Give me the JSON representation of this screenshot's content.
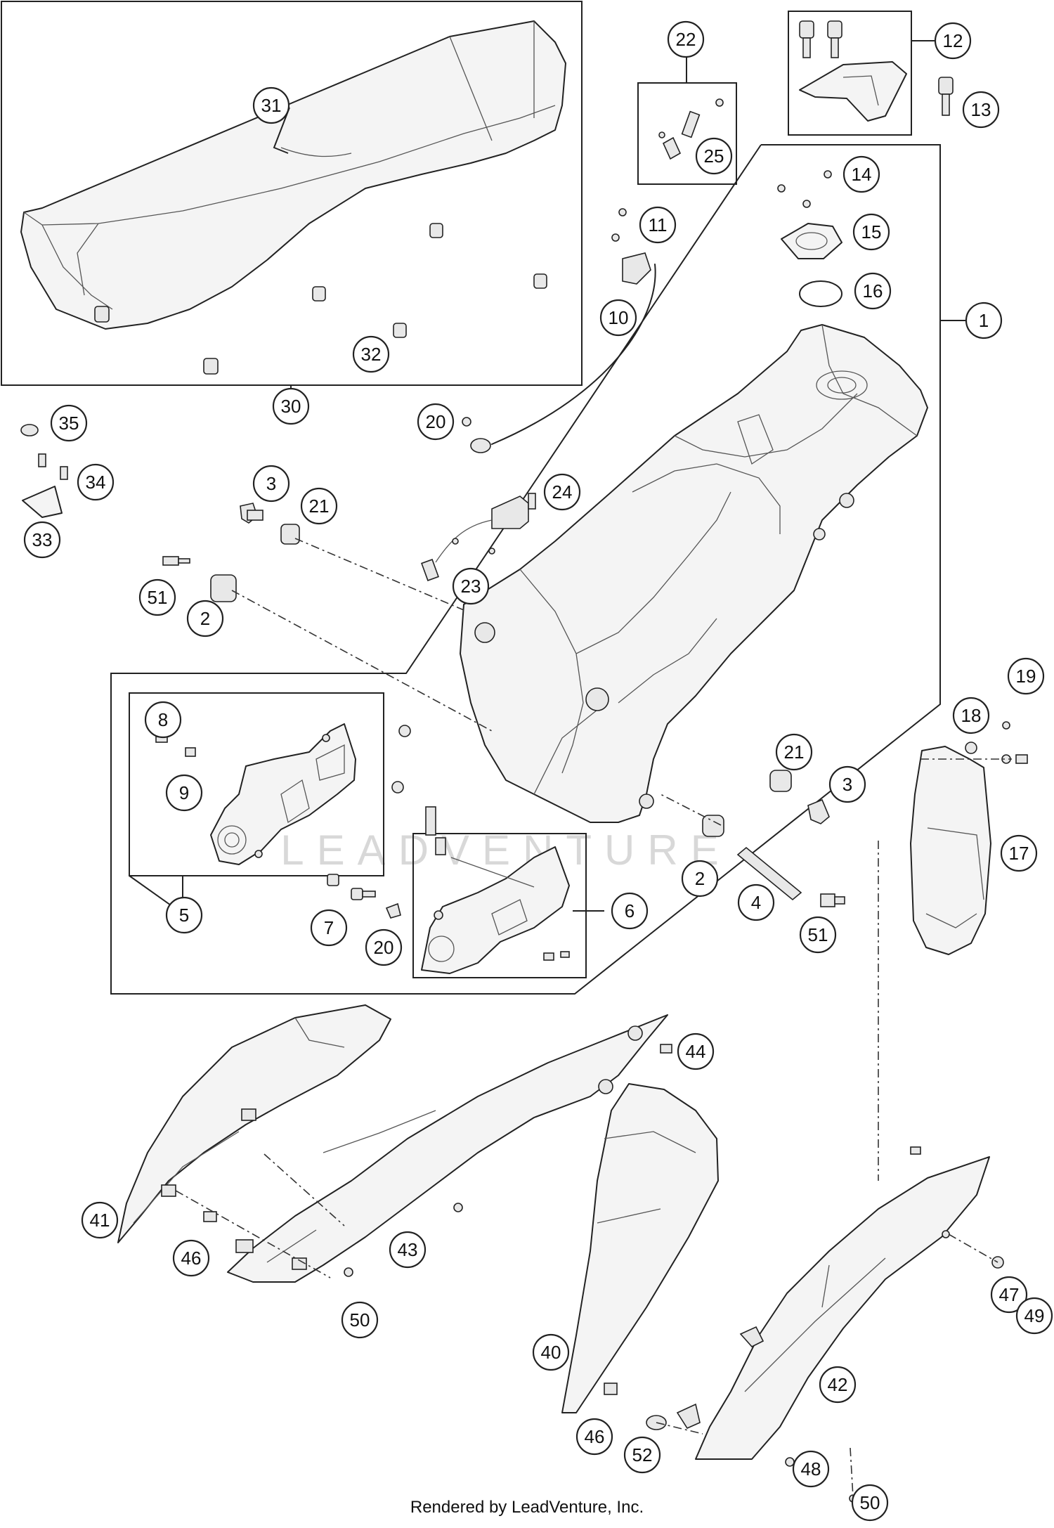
{
  "watermark": "LEADVENTURE",
  "credit": "Rendered by LeadVenture, Inc.",
  "callouts": [
    "1",
    "2",
    "2",
    "3",
    "3",
    "4",
    "5",
    "6",
    "7",
    "8",
    "9",
    "10",
    "11",
    "12",
    "13",
    "14",
    "15",
    "16",
    "17",
    "18",
    "19",
    "20",
    "20",
    "21",
    "21",
    "22",
    "23",
    "24",
    "25",
    "30",
    "31",
    "32",
    "33",
    "34",
    "35",
    "40",
    "41",
    "42",
    "43",
    "44",
    "46",
    "46",
    "47",
    "48",
    "49",
    "50",
    "50",
    "51",
    "51",
    "52"
  ]
}
